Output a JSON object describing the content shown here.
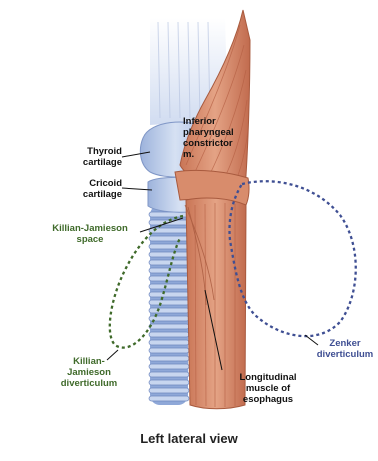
{
  "labels": {
    "thyroid": "Thyroid\ncartilage",
    "cricoid": "Cricoid\ncartilage",
    "inferior": "Inferior\npharyngeal\nconstrictor\nm.",
    "kj_space": "Killian-Jamieson\nspace",
    "kj_div": "Killian-\nJamieson\ndiverticulum",
    "zenker": "Zenker\ndiverticulum",
    "longitudinal": "Longitudinal\nmuscle of\nesophagus"
  },
  "caption": "Left lateral view",
  "colors": {
    "muscle": "#d98b6b",
    "muscle_dark": "#b9674a",
    "cartilage": "#b7c8e6",
    "trachea": "#8fa8d8",
    "green_dash": "#3f6a2a",
    "blue_dash": "#3f4f93"
  }
}
